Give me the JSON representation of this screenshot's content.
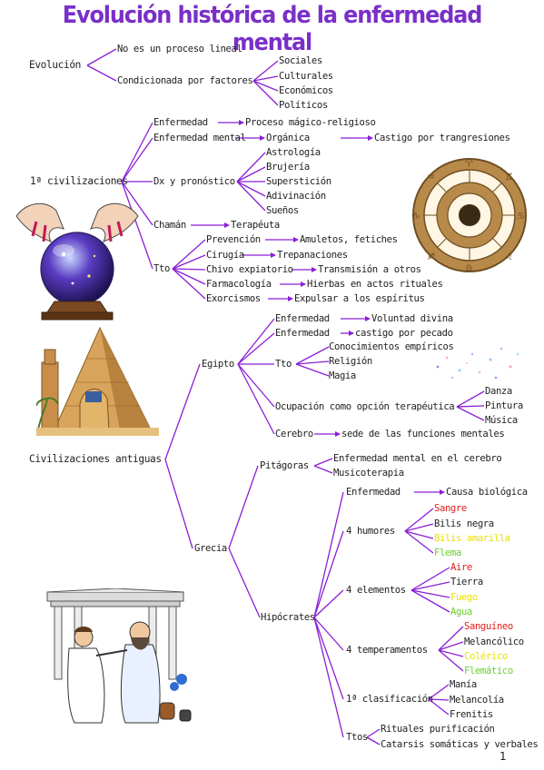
{
  "title": "Evolución histórica de la enfermedad mental",
  "page_number": "1",
  "colors": {
    "line": "#8b1fd6",
    "title": "#7a2fc8",
    "red": "#e0201c",
    "yellow": "#e8e000",
    "green": "#6ad02a"
  },
  "nodes": {
    "evolucion": "Evolución",
    "no_lineal": "No es un proceso lineal",
    "condicionada": "Condicionada por factores",
    "sociales": "Sociales",
    "culturales": "Culturales",
    "economicos": "Económicos",
    "politicos": "Políticos",
    "primeras": "1ª civilizaciones",
    "enfermedad1": "Enfermedad",
    "proceso_magico": "Proceso mágico-religioso",
    "enf_mental": "Enfermedad mental",
    "organica": "Orgánica",
    "castigo": "Castigo por trangresiones",
    "dx": "Dx y pronóstico",
    "astrologia": "Astrología",
    "brujeria": "Brujería",
    "supersticion": "Superstición",
    "adivinacion": "Adivinación",
    "suenos": "Sueños",
    "chaman": "Chamán",
    "terapeuta": "Terapéuta",
    "tto1": "Tto",
    "prevencion": "Prevención",
    "amuletos": "Amuletos, fetiches",
    "cirugia": "Cirugía",
    "trepanaciones": "Trepanaciones",
    "chivo": "Chivo expiatorio",
    "transmision": "Transmisión a otros",
    "farmacologia": "Farmacología",
    "hierbas": "Hierbas en actos rituales",
    "exorcismos": "Exorcismos",
    "expulsar": "Expulsar a los espíritus",
    "antiguas": "Civilizaciones antiguas",
    "egipto": "Egipto",
    "enfermedad2": "Enfermedad",
    "voluntad": "Voluntad divina",
    "enfermedad3": "Enfermedad",
    "castigo_pecado": "castigo por pecado",
    "tto2": "Tto",
    "conocimientos": "Conocimientos empíricos",
    "religion": "Religión",
    "magia": "Magia",
    "ocupacion": "Ocupación como opción terapéutica",
    "danza": "Danza",
    "pintura": "Pintura",
    "musica": "Música",
    "cerebro": "Cerebro",
    "sede": "sede de las funciones mentales",
    "grecia": "Grecia",
    "pitagoras": "Pitágoras",
    "enf_cerebro": "Enfermedad mental en el cerebro",
    "musicoterapia": "Musicoterapia",
    "hipocrates": "Hipócrates",
    "enfermedad4": "Enfermedad",
    "causa": "Causa biológica",
    "humores": "4 humores",
    "sangre": "Sangre",
    "bilis_negra": "Bilis negra",
    "bilis_amarilla": "Bilis amarilla",
    "flema": "Flema",
    "elementos": "4 elementos",
    "aire": "Aire",
    "tierra": "Tierra",
    "fuego": "Fuego",
    "agua": "Agua",
    "temperamentos": "4 temperamentos",
    "sanguineo": "Sanguíneo",
    "melancolico": "Melancólico",
    "colerico": "Colérico",
    "flematico": "Flemático",
    "clasificacion": "1ª clasificación",
    "mania": "Manía",
    "melancolia": "Melancolía",
    "frenitis": "Frenitis",
    "ttos": "Ttos",
    "rituales": "Rituales purificación",
    "catarsis": "Catarsis somáticas y verbales"
  }
}
